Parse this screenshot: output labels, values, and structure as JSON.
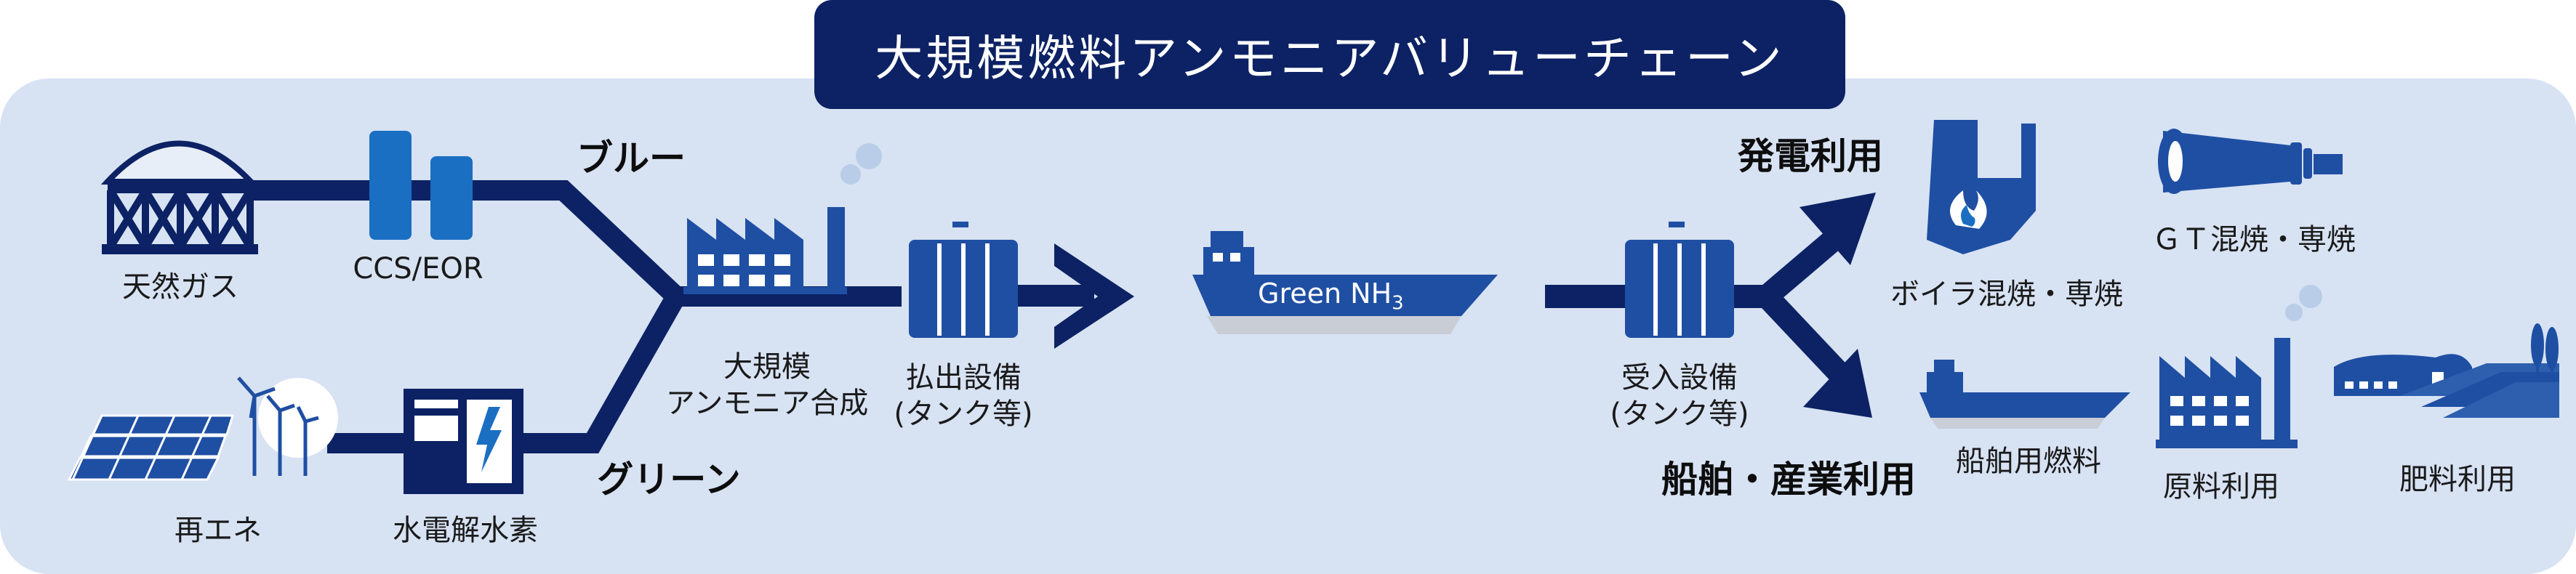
{
  "title": "大規模燃料アンモニアバリューチェーン",
  "sources": {
    "natural_gas": "天然ガス",
    "ccs": "CCS/EOR",
    "renewable": "再エネ",
    "electrolysis": "水電解水素"
  },
  "routes": {
    "blue": "ブルー",
    "green": "グリーン"
  },
  "synthesis": {
    "line1": "大規模",
    "line2": "アンモニア合成"
  },
  "export_facility": {
    "line1": "払出設備",
    "line2": "(タンク等)"
  },
  "ship_label": {
    "text": "Green NH",
    "subscript": "3"
  },
  "import_facility": {
    "line1": "受入設備",
    "line2": "(タンク等)"
  },
  "uses": {
    "power": "発電利用",
    "ship_industry": "船舶・産業利用",
    "boiler": "ボイラ混焼・専焼",
    "gt": "ＧＴ混焼・専焼",
    "ship_fuel": "船舶用燃料",
    "feedstock": "原料利用",
    "fertilizer": "肥料利用"
  },
  "colors": {
    "navy": "#0c2264",
    "blue": "#1f4fa3",
    "light_blue": "#3b82c8",
    "panel": "#d7e2f3"
  }
}
